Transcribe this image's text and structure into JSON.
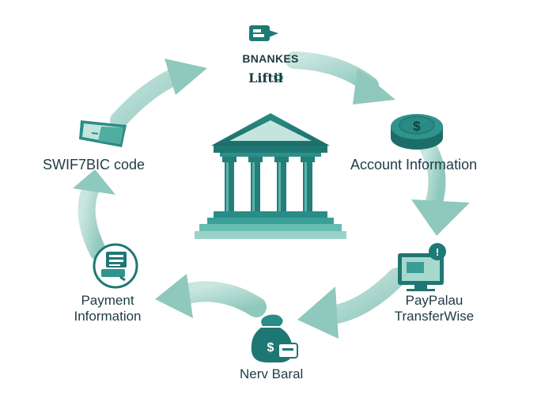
{
  "top_node": {
    "line1": "BNANKES",
    "line2": "Liftil"
  },
  "left_node": {
    "label": "SWIF7BIC code"
  },
  "right_node": {
    "label": "Account Information"
  },
  "bottom_left_node": {
    "line1": "Payment",
    "line2": "Information"
  },
  "bottom_right_node": {
    "line1": "PayPalau",
    "line2": "TransferWise"
  },
  "bottom_node": {
    "label": "Nerv Baral"
  },
  "colors": {
    "teal_dark": "#1e7a76",
    "teal_mid": "#3a9e96",
    "teal_light": "#b9ddd6",
    "arrow": "#a8d3cb",
    "text": "#1f3b45"
  },
  "icons": {
    "center": "bank-building-icon",
    "top": "brand-logo-icon",
    "left": "money-bill-icon",
    "right": "dollar-coin-icon",
    "bottom_right": "computer-monitor-icon",
    "bottom": "money-bag-icon",
    "bottom_left": "document-circle-icon"
  }
}
